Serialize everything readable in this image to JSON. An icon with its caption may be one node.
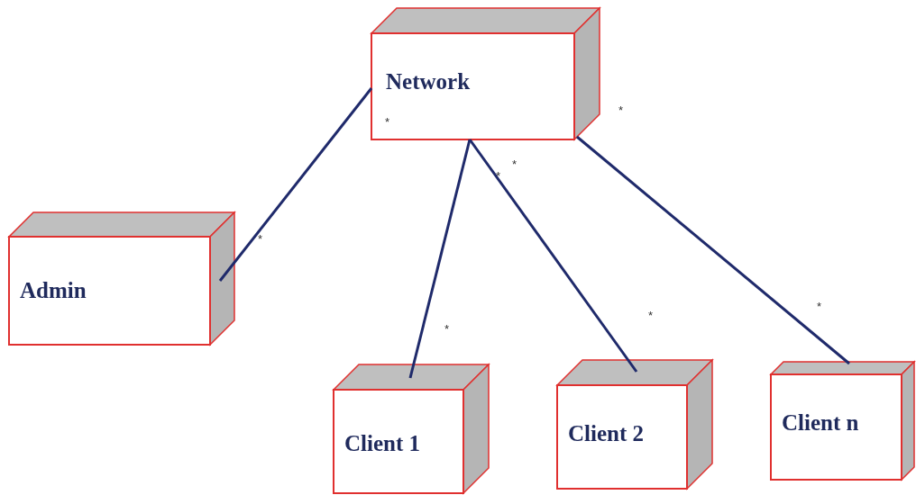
{
  "diagram": {
    "nodes": [
      {
        "text": [
          "Network"
        ]
      },
      {
        "text": [
          "Admin"
        ]
      },
      {
        "text": [
          "Client 1"
        ]
      },
      {
        "text": [
          "Client 2"
        ]
      },
      {
        "text": [
          "Client n"
        ]
      }
    ],
    "edges": [
      {
        "from": 0,
        "to": 1,
        "arrow": "none"
      },
      {
        "from": 0,
        "to": 2,
        "arrow": "none"
      },
      {
        "from": 0,
        "to": 3,
        "arrow": "none"
      },
      {
        "from": 0,
        "to": 4,
        "arrow": "none"
      }
    ],
    "labels": [
      "*",
      "*",
      "*",
      "*",
      "*",
      "*",
      "*",
      "*"
    ]
  }
}
